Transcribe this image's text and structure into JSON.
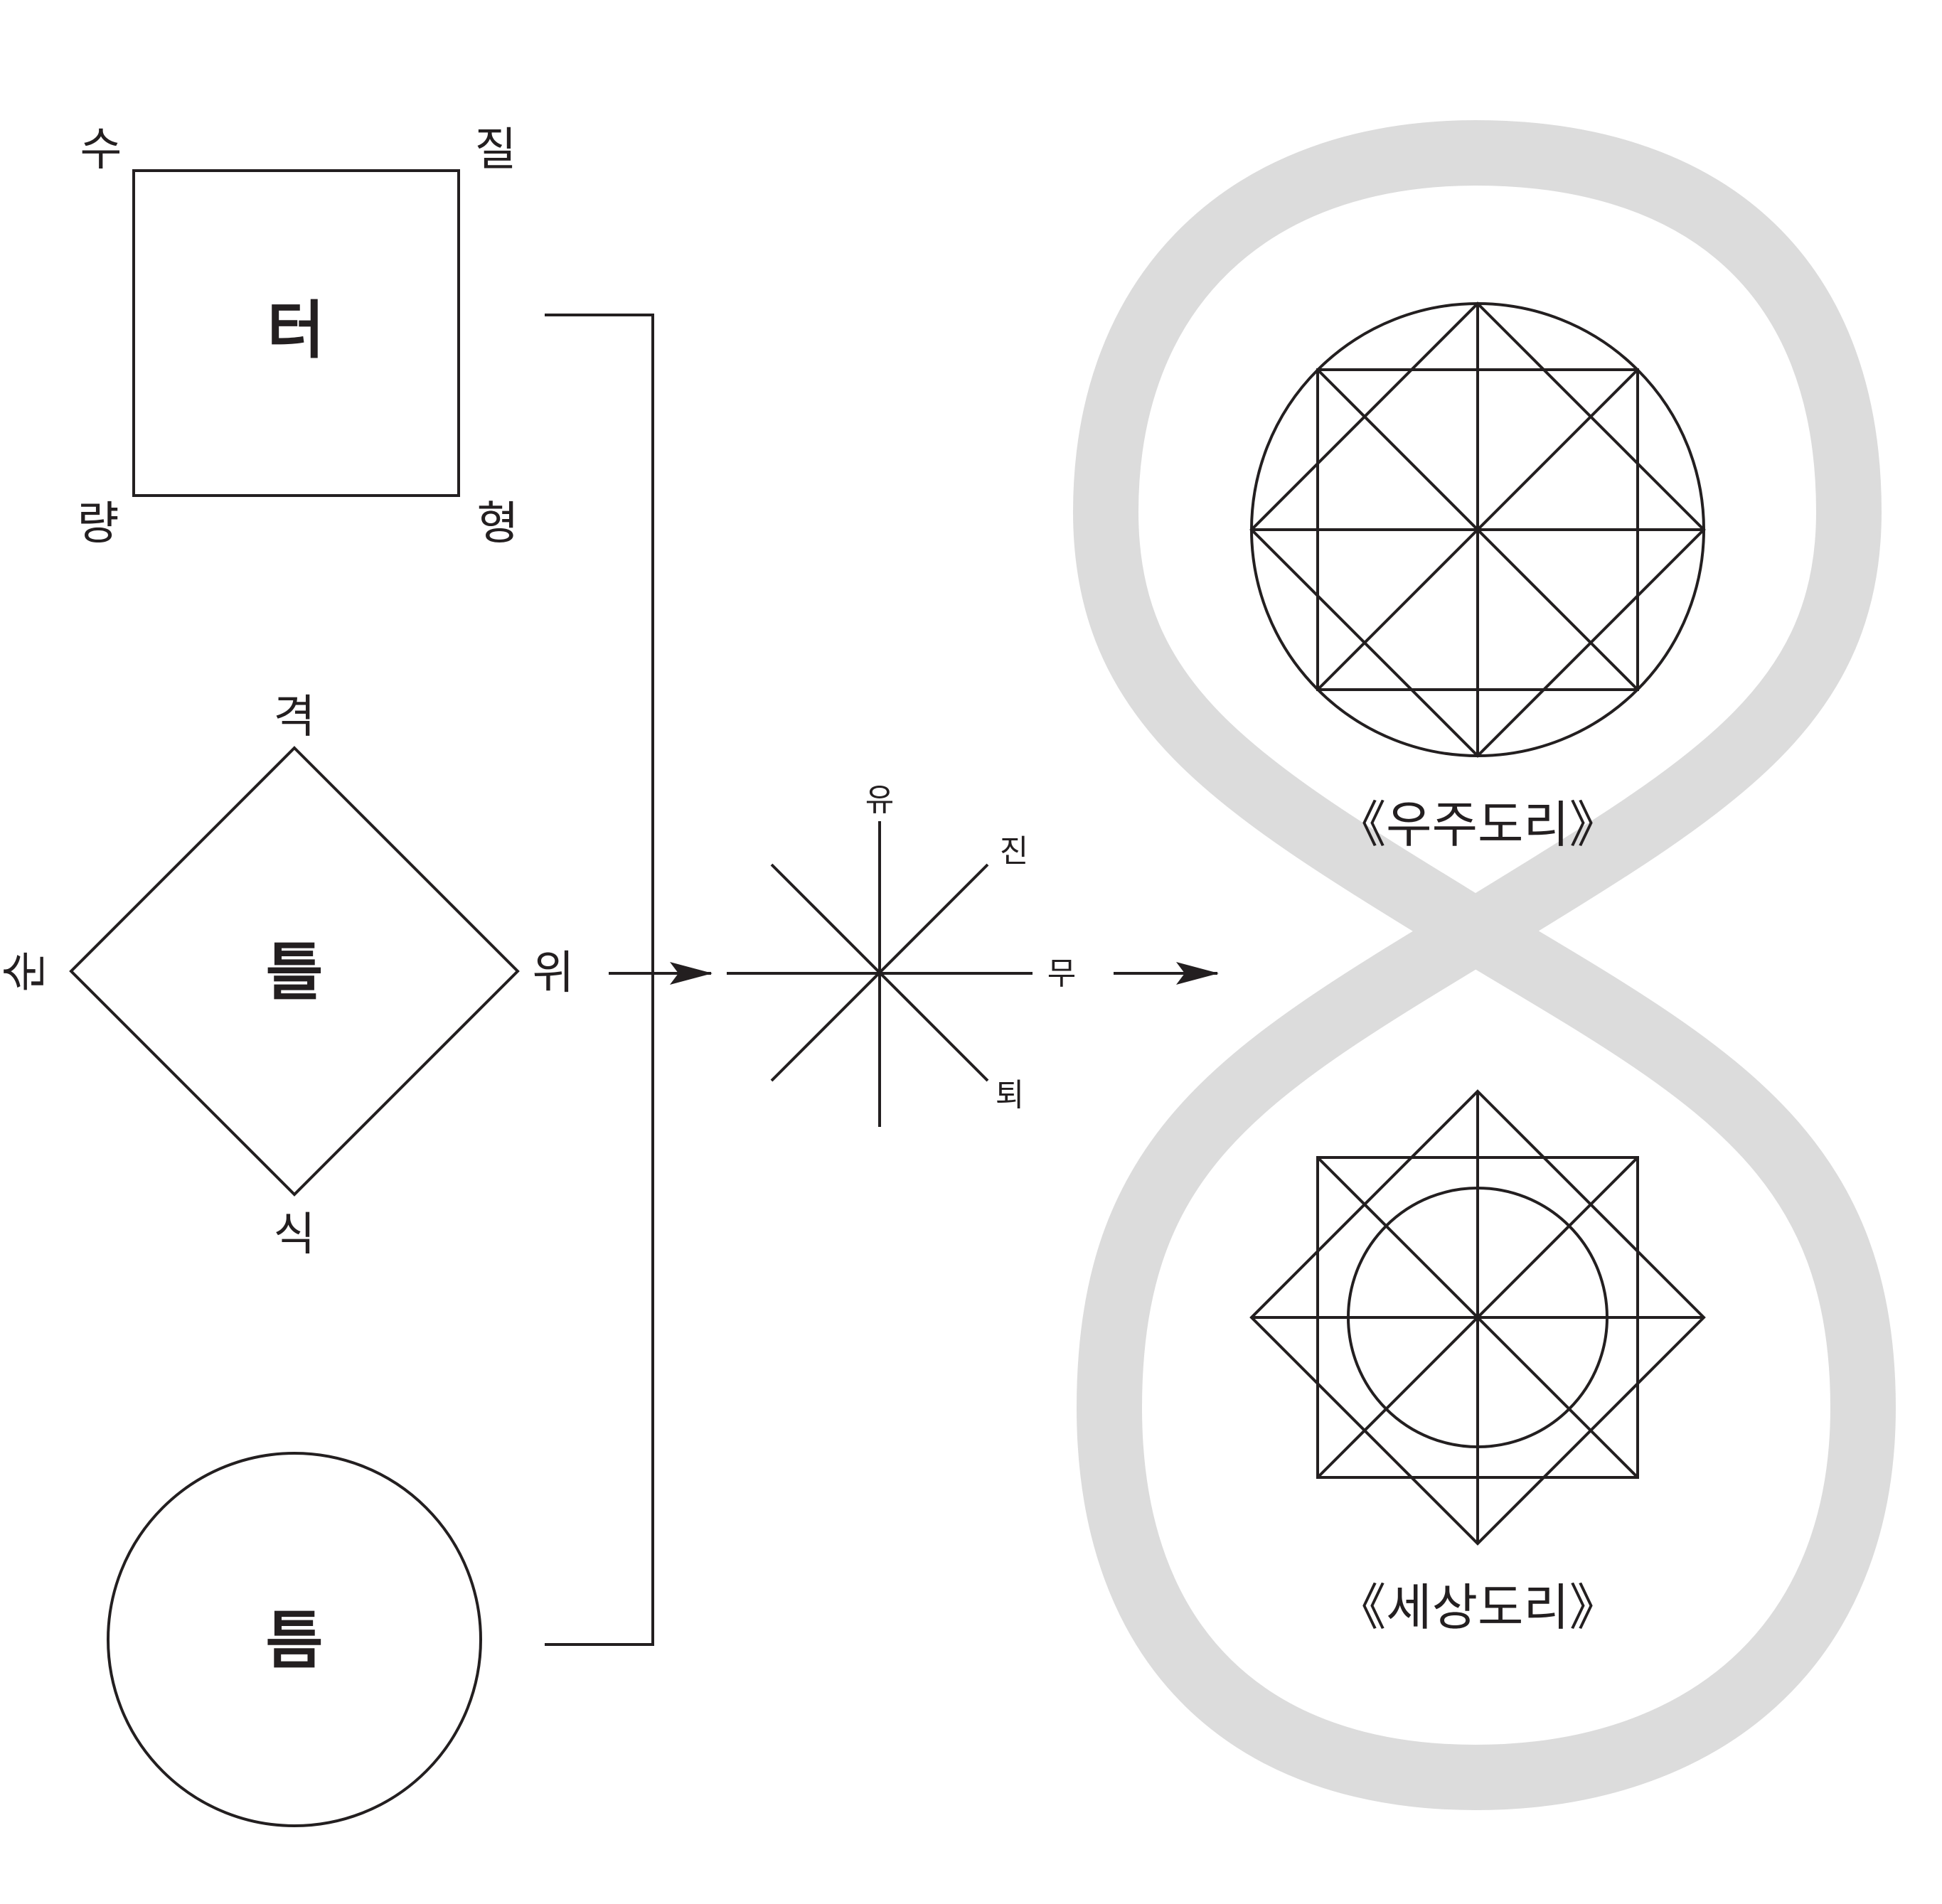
{
  "square": {
    "center_label": "터",
    "corners": {
      "top_left": "수",
      "top_right": "질",
      "bottom_left": "량",
      "bottom_right": "형"
    }
  },
  "diamond": {
    "center_label": "틀",
    "vertices": {
      "top": "격",
      "bottom": "식",
      "left": "순",
      "right": "위"
    }
  },
  "circle": {
    "center_label": "틈"
  },
  "star": {
    "labels": {
      "top": "유",
      "upper_right": "진",
      "right": "무",
      "lower_right": "퇴"
    }
  },
  "figure_eight": {
    "upper_caption": "《우주도리》",
    "lower_caption": "《세상도리》",
    "band_color": "#dcdcdc"
  },
  "colors": {
    "ink": "#231f20",
    "background": "#ffffff"
  }
}
